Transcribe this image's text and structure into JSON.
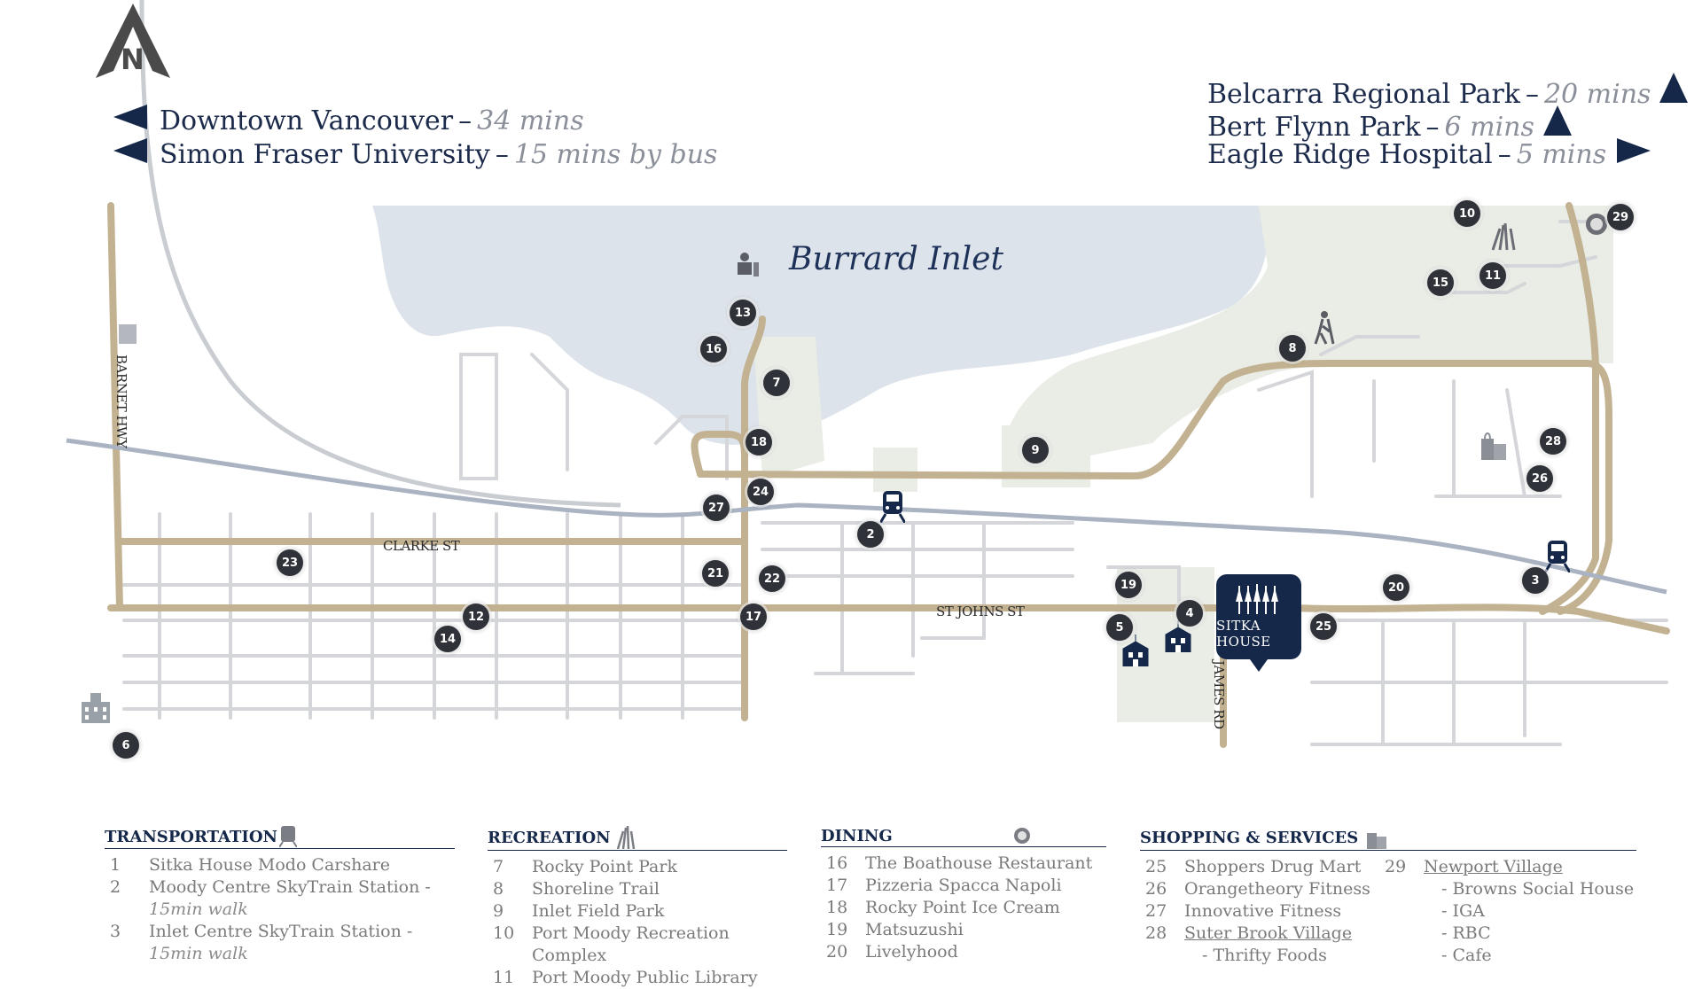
{
  "compass": {
    "letter": "N"
  },
  "directions_left": [
    {
      "place": "Downtown Vancouver",
      "time": "34 mins"
    },
    {
      "place": "Simon Fraser University",
      "time": "15 mins by bus"
    }
  ],
  "directions_right": [
    {
      "place": "Belcarra Regional Park",
      "time": "20 mins"
    },
    {
      "place": "Bert Flynn Park",
      "time": "6 mins"
    },
    {
      "place": "Eagle Ridge Hospital",
      "time": "5 mins"
    }
  ],
  "map": {
    "water_label": "Burrard Inlet",
    "streets": {
      "barnet": "BARNET HWY",
      "clarke": "CLARKE ST",
      "st_johns": "ST JOHNS ST",
      "james": "JAMES RD"
    },
    "site": {
      "name": "SITKA HOUSE"
    },
    "markers": [
      "2",
      "3",
      "4",
      "5",
      "6",
      "7",
      "8",
      "9",
      "10",
      "11",
      "12",
      "13",
      "14",
      "15",
      "16",
      "17",
      "18",
      "19",
      "20",
      "21",
      "22",
      "23",
      "24",
      "25",
      "26",
      "27",
      "28",
      "29"
    ],
    "colors": {
      "road": "#c2b291",
      "minor_road": "#d4d6d9",
      "rail": "#a9b3c2",
      "water": "#dde3ea",
      "park": "#e9ede6",
      "marker": "#2f3238",
      "accent": "#15284a"
    }
  },
  "legend": {
    "transportation": {
      "title": "TRANSPORTATION",
      "items": [
        {
          "num": "1",
          "text": "Sitka House Modo Carshare"
        },
        {
          "num": "2",
          "text": "Moody Centre SkyTrain Station -",
          "note": "15min walk"
        },
        {
          "num": "3",
          "text": "Inlet Centre SkyTrain Station -",
          "note": "15min walk"
        }
      ]
    },
    "recreation": {
      "title": "RECREATION",
      "items": [
        {
          "num": "7",
          "text": "Rocky Point Park"
        },
        {
          "num": "8",
          "text": "Shoreline Trail"
        },
        {
          "num": "9",
          "text": "Inlet Field Park"
        },
        {
          "num": "10",
          "text": "Port Moody Recreation Complex"
        },
        {
          "num": "11",
          "text": "Port Moody Public Library"
        }
      ]
    },
    "dining": {
      "title": "DINING",
      "items": [
        {
          "num": "16",
          "text": "The Boathouse Restaurant"
        },
        {
          "num": "17",
          "text": "Pizzeria Spacca Napoli"
        },
        {
          "num": "18",
          "text": "Rocky Point Ice Cream"
        },
        {
          "num": "19",
          "text": "Matsuzushi"
        },
        {
          "num": "20",
          "text": "Livelyhood"
        }
      ]
    },
    "shopping": {
      "title": "SHOPPING & SERVICES",
      "items": [
        {
          "num": "25",
          "text": "Shoppers Drug Mart"
        },
        {
          "num": "26",
          "text": "Orangetheory Fitness"
        },
        {
          "num": "27",
          "text": "Innovative Fitness"
        },
        {
          "num": "28",
          "text": "Suter Brook Village"
        },
        {
          "num": "",
          "text": "- Thrifty Foods"
        }
      ],
      "items_col2": [
        {
          "num": "29",
          "text": "Newport Village"
        },
        {
          "num": "",
          "text": "- Browns Social House"
        },
        {
          "num": "",
          "text": "- IGA"
        },
        {
          "num": "",
          "text": "- RBC"
        },
        {
          "num": "",
          "text": "- Cafe"
        }
      ]
    }
  }
}
